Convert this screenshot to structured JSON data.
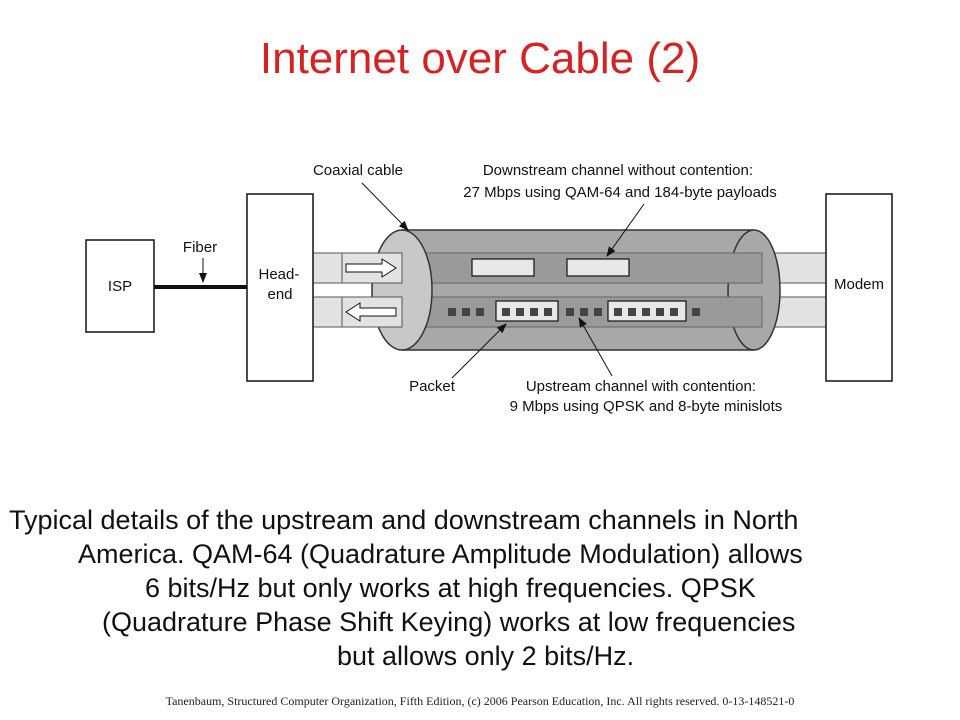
{
  "slide": {
    "title": "Internet over Cable (2)",
    "footer": "Tanenbaum, Structured Computer Organization, Fifth Edition, (c) 2006 Pearson Education, Inc. All rights reserved. 0-13-148521-0"
  },
  "diagram": {
    "isp_label": "ISP",
    "fiber_label": "Fiber",
    "headend_label_line1": "Head-",
    "headend_label_line2": "end",
    "modem_label": "Modem",
    "coax_label": "Coaxial cable",
    "downstream_label_line1": "Downstream channel without contention:",
    "downstream_label_line2": "27 Mbps using QAM-64 and 184-byte payloads",
    "packet_label": "Packet",
    "upstream_label_line1": "Upstream channel with contention:",
    "upstream_label_line2": "9 Mbps using QPSK and 8-byte minislots"
  },
  "caption": {
    "lines": [
      "Typical details of the upstream and downstream channels in North",
      "America.  QAM-64 (Quadrature Amplitude Modulation) allows",
      "6 bits/Hz but only works at high frequencies.  QPSK",
      "(Quadrature Phase Shift Keying) works at low frequencies",
      "but allows only 2 bits/Hz."
    ]
  },
  "colors": {
    "title": "#d42323",
    "cable_body": "#a8a8a8",
    "cable_end": "#c8c8c8",
    "channel": "#e2e2e2"
  }
}
